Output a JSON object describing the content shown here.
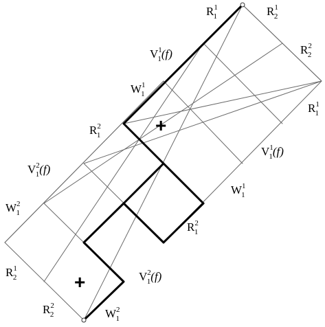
{
  "labels": [
    {
      "base": "R",
      "sub": "1",
      "sup": "1",
      "arg": ""
    },
    {
      "base": "R",
      "sub": "2",
      "sup": "1",
      "arg": ""
    },
    {
      "base": "V",
      "sub": "1",
      "sup": "1",
      "arg": "(f)"
    },
    {
      "base": "R",
      "sub": "2",
      "sup": "2",
      "arg": ""
    },
    {
      "base": "W",
      "sub": "1",
      "sup": "1",
      "arg": ""
    },
    {
      "base": "R",
      "sub": "1",
      "sup": "1",
      "arg": ""
    },
    {
      "base": "R",
      "sub": "1",
      "sup": "2",
      "arg": ""
    },
    {
      "base": "V",
      "sub": "1",
      "sup": "1",
      "arg": "(f)"
    },
    {
      "base": "V",
      "sub": "1",
      "sup": "2",
      "arg": "(f)"
    },
    {
      "base": "W",
      "sub": "1",
      "sup": "1",
      "arg": ""
    },
    {
      "base": "W",
      "sub": "1",
      "sup": "2",
      "arg": ""
    },
    {
      "base": "R",
      "sub": "1",
      "sup": "2",
      "arg": ""
    },
    {
      "base": "R",
      "sub": "2",
      "sup": "1",
      "arg": ""
    },
    {
      "base": "V",
      "sub": "1",
      "sup": "2",
      "arg": "(f)"
    },
    {
      "base": "R",
      "sub": "2",
      "sup": "2",
      "arg": ""
    },
    {
      "base": "W",
      "sub": "1",
      "sup": "2",
      "arg": ""
    }
  ],
  "plus_marks": [
    "+",
    "+"
  ]
}
